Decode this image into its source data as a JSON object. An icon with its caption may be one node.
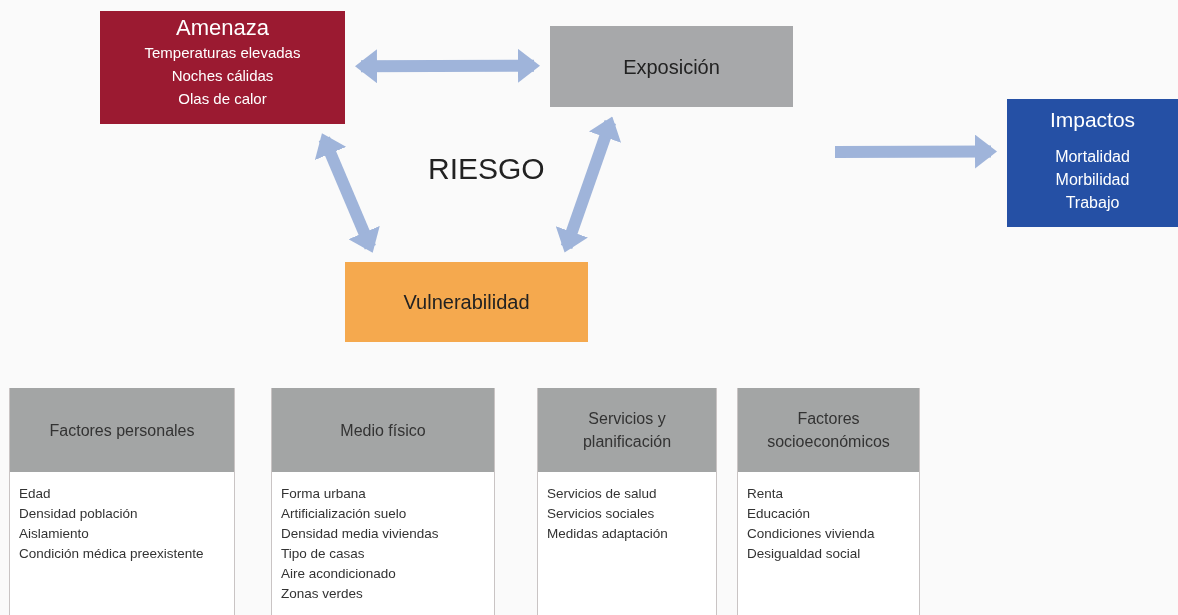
{
  "diagram": {
    "nodes": [
      {
        "text": [
          "Amenaza",
          "Temperaturas elevadas",
          "Noches cálidas",
          "Olas de calor"
        ]
      },
      {
        "text": [
          "Exposición"
        ]
      },
      {
        "text": [
          "Vulnerabilidad"
        ]
      },
      {
        "text": [
          "Impactos",
          "Mortalidad",
          "Morbilidad",
          "Trabajo"
        ]
      },
      {
        "text": [
          "Factores personales",
          "Edad",
          "Densidad población",
          "Aislamiento",
          "Condición médica preexistente"
        ]
      },
      {
        "text": [
          "Medio físico",
          "Forma urbana",
          "Artificialización suelo",
          "Densidad media viviendas",
          "Tipo de casas",
          "Aire acondicionado",
          "Zonas verdes"
        ]
      },
      {
        "text": [
          "Servicios y planificación",
          "Servicios de salud",
          "Servicios sociales",
          "Medidas adaptación"
        ]
      },
      {
        "text": [
          "Factores socioeconómicos",
          "Renta",
          "Educación",
          "Condiciones vivienda",
          "Desigualdad social"
        ]
      }
    ],
    "edges": [
      {
        "from": 0,
        "to": 1,
        "arrow": "both"
      },
      {
        "from": 0,
        "to": 2,
        "arrow": "both"
      },
      {
        "from": 1,
        "to": 2,
        "arrow": "both"
      },
      {
        "from": null,
        "to": 3,
        "arrow": "to"
      }
    ],
    "labels": [
      "RIESGO"
    ]
  }
}
